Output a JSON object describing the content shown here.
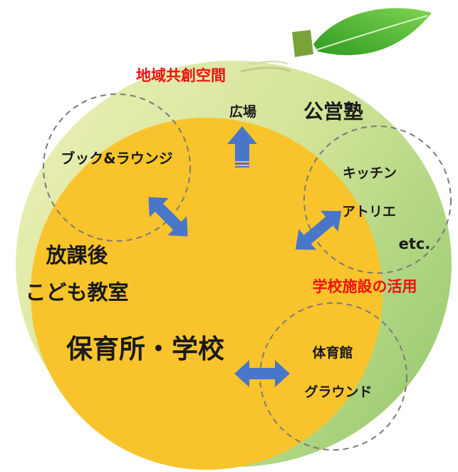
{
  "diagram": {
    "region_label": "地域共創空間",
    "plaza_label": "広場",
    "public_cram_label": "公営塾",
    "book_lounge_label": "ブック&ラウンジ",
    "kitchen_label": "キッチン",
    "atelier_label": "アトリエ",
    "etc_label": "etc.",
    "afterschool_line1": "放課後",
    "afterschool_line2": "こども教室",
    "school_facility_label": "学校施設の活用",
    "center_label": "保育所・学校",
    "gym_label": "体育館",
    "ground_label": "グラウンド"
  },
  "colors": {
    "orange": "#f9c42b",
    "green_light": "#e8eca6",
    "green_dark": "#a7d27a",
    "leaf": "#4fb72c",
    "arrow": "#4876c9",
    "accent_red": "#ee1111"
  }
}
